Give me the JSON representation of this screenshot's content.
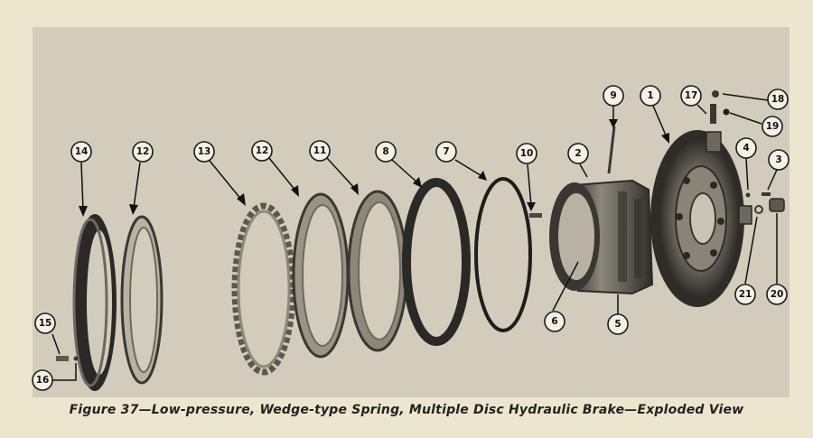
{
  "figure": {
    "caption": "Figure 37—Low-pressure, Wedge-type Spring, Multiple Disc Hydraulic Brake—Exploded View"
  },
  "callouts": [
    "14",
    "12",
    "13",
    "12",
    "11",
    "8",
    "7",
    "10",
    "2",
    "9",
    "1",
    "17",
    "18",
    "19",
    "4",
    "3",
    "6",
    "5",
    "21",
    "20",
    "15",
    "16"
  ],
  "colors": {
    "background": "#ede6cf",
    "photo": "#d2ccbc",
    "metal_dark": "#2b2926",
    "metal_mid": "#6c6860",
    "metal_light": "#a9a397"
  }
}
